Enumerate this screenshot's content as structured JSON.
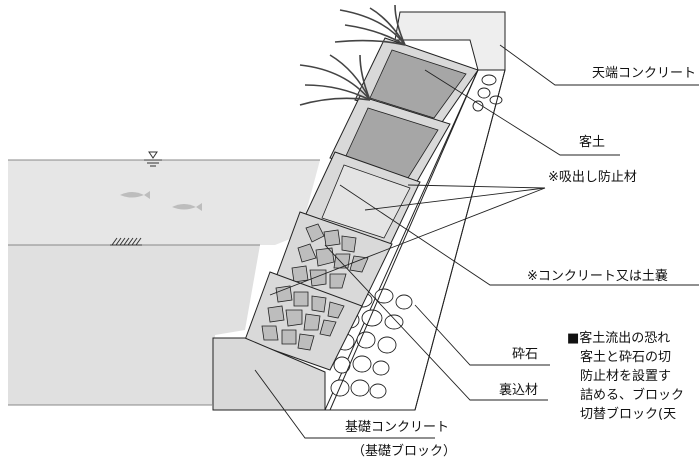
{
  "labels": {
    "crest_concrete": "天端コンクリート",
    "backfill_soil": "客土",
    "suction_prevention": "※吸出し防止材",
    "concrete_or_bag": "※コンクリート又は土嚢",
    "crushed_stone": "砕石",
    "back_fill_material": "裏込材",
    "foundation_concrete": "基礎コンクリート",
    "foundation_block": "（基礎ブロック）"
  },
  "note": {
    "lines": [
      "■客土流出の恐れ",
      "　客土と砕石の切",
      "　防止材を設置す",
      "　詰める、ブロック",
      "　切替ブロック(天"
    ]
  },
  "colors": {
    "water": "#e6e6e6",
    "block": "#d9d9d9",
    "block_light": "#eeeeee",
    "soil": "#a6a6a6",
    "stone": "#bdbdbd",
    "line": "#222222"
  }
}
